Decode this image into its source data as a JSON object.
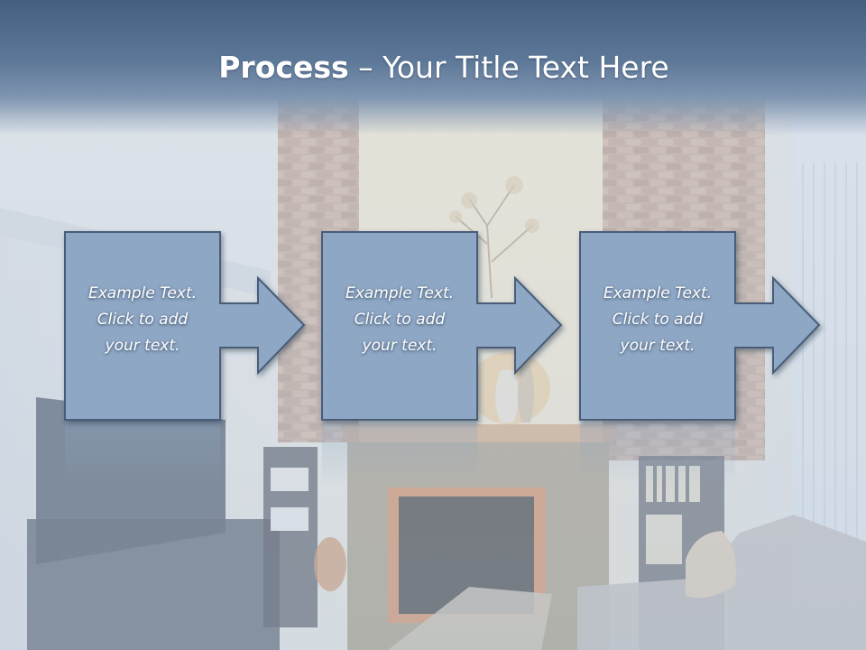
{
  "title": {
    "bold": "Process",
    "rest": " – Your Title Text Here"
  },
  "steps": [
    {
      "line1": "Example Text.",
      "line2": "Click  to add",
      "line3": "your text."
    },
    {
      "line1": "Example Text.",
      "line2": "Click  to add",
      "line3": "your text."
    },
    {
      "line1": "Example Text.",
      "line2": "Click  to add",
      "line3": "your text."
    }
  ],
  "colors": {
    "header": "#4b6787",
    "arrow_fill": "#8ea7c4",
    "arrow_stroke": "#4a5d78",
    "text": "#ffffff"
  }
}
